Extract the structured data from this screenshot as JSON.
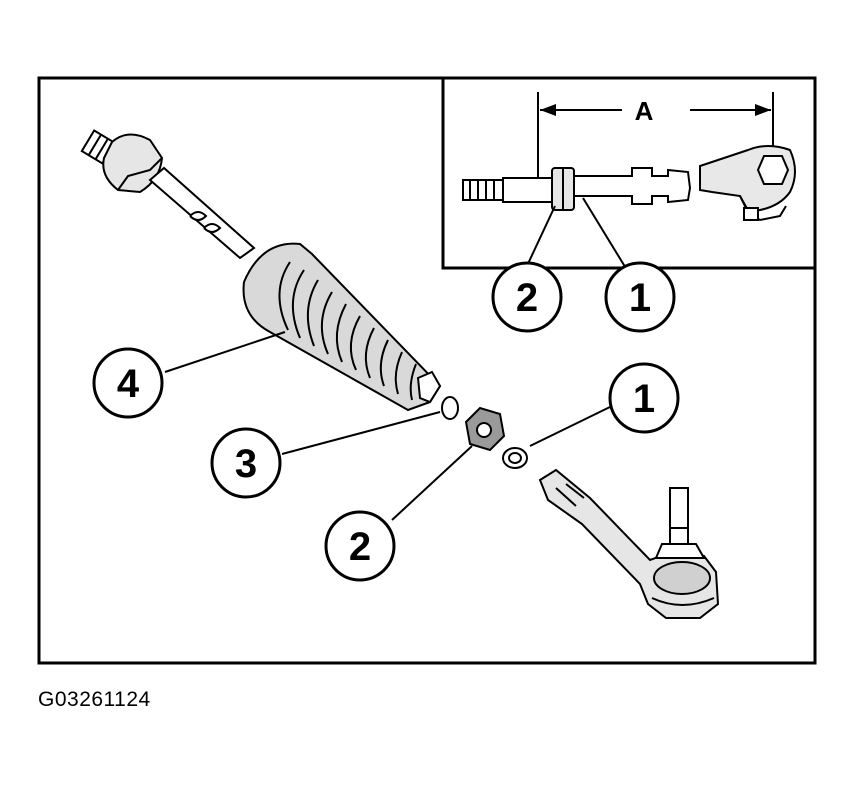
{
  "figure_id": "G03261124",
  "inset": {
    "dimension_label": "A"
  },
  "callouts": {
    "inset_jam_nut": "2",
    "inset_marking": "1",
    "boot": "4",
    "boot_clamp": "3",
    "jam_nut": "2",
    "marking": "1"
  },
  "colors": {
    "line": "#000000",
    "background": "#ffffff",
    "shade": "#d9d9d9",
    "dark": "#9a9a9a"
  }
}
